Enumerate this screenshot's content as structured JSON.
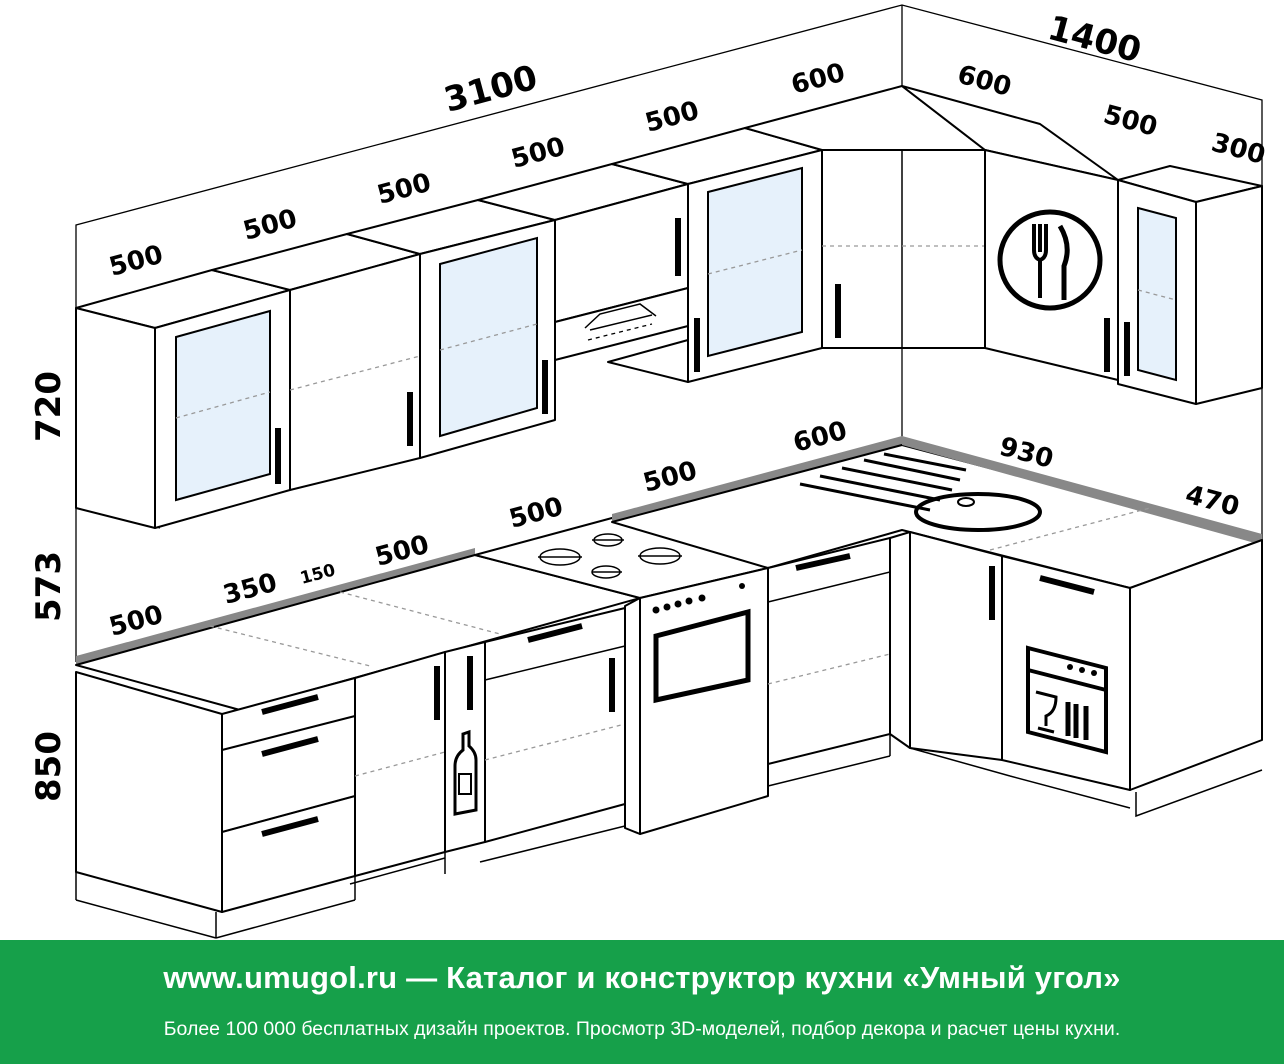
{
  "dimensions": {
    "upper_total": "3100",
    "upper_side_total": "1400",
    "upper": [
      "500",
      "500",
      "500",
      "500",
      "500",
      "600"
    ],
    "upper_side": [
      "600",
      "500",
      "300"
    ],
    "height_upper": "720",
    "height_gap": "573",
    "height_lower": "850",
    "lower": [
      "500",
      "350",
      "150",
      "500",
      "500",
      "500",
      "600"
    ],
    "lower_side": [
      "930",
      "470"
    ]
  },
  "banner": {
    "line1": "www.umugol.ru — Каталог и конструктор кухни «Умный угол»",
    "line2": "Более 100 000 бесплатных дизайн проектов. Просмотр 3D-моделей, подбор декора и расчет цены кухни."
  },
  "colors": {
    "banner_bg": "#16a04a",
    "glass": "#e6f1fb",
    "countertop_edge": "#888888"
  },
  "icons": [
    "cutlery-icon",
    "bottle-icon",
    "dishwasher-icon",
    "hob-icon",
    "sink-icon",
    "hood-icon"
  ]
}
